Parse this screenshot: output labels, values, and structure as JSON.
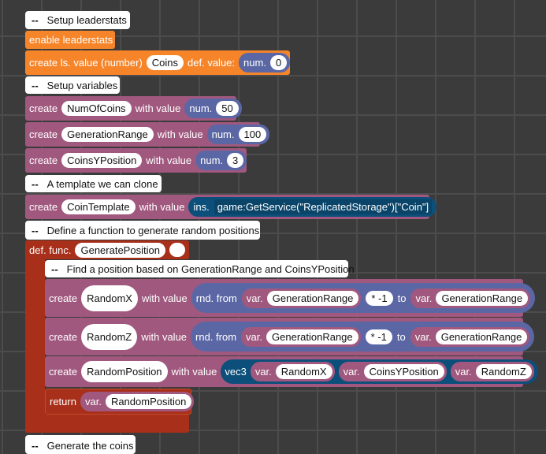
{
  "comments": [
    "Setup leaderstats",
    "Setup variables",
    "A template we can clone",
    "Define a function to generate random positions",
    "Find a position based on GenerationRange and CoinsYPosition",
    "Generate the coins"
  ],
  "comment_dash": "--",
  "leaderstats": {
    "enable": "enable leaderstats",
    "create_label": "create ls. value (number)",
    "name": "Coins",
    "def_label": "def. value:",
    "num_label": "num.",
    "value": "0"
  },
  "kw": {
    "create": "create",
    "with_value": "with value",
    "num": "num.",
    "ins": "ins.",
    "var": "var.",
    "rnd_from": "rnd. from",
    "to": "to",
    "times_neg1": "* -1",
    "vec3": "vec3",
    "return": "return",
    "def_func": "def. func."
  },
  "variables": [
    {
      "name": "NumOfCoins",
      "value": "50"
    },
    {
      "name": "GenerationRange",
      "value": "100"
    },
    {
      "name": "CoinsYPosition",
      "value": "3"
    }
  ],
  "template": {
    "name": "CoinTemplate",
    "code": "game:GetService(\"ReplicatedStorage\")[\"Coin\"]"
  },
  "function": {
    "name": "GeneratePosition",
    "param": "",
    "randx": {
      "name": "RandomX",
      "from_var": "GenerationRange",
      "to_var": "GenerationRange"
    },
    "randz": {
      "name": "RandomZ",
      "from_var": "GenerationRange",
      "to_var": "GenerationRange"
    },
    "randpos": {
      "name": "RandomPosition",
      "x": "RandomX",
      "y": "CoinsYPosition",
      "z": "RandomZ"
    },
    "return_var": "RandomPosition"
  },
  "colors": {
    "events": "#f6852a",
    "variables": "#a0587e",
    "math": "#5b67a5",
    "instance": "#0b4f7a",
    "function": "#a8301a",
    "comment": "#ffffff"
  }
}
